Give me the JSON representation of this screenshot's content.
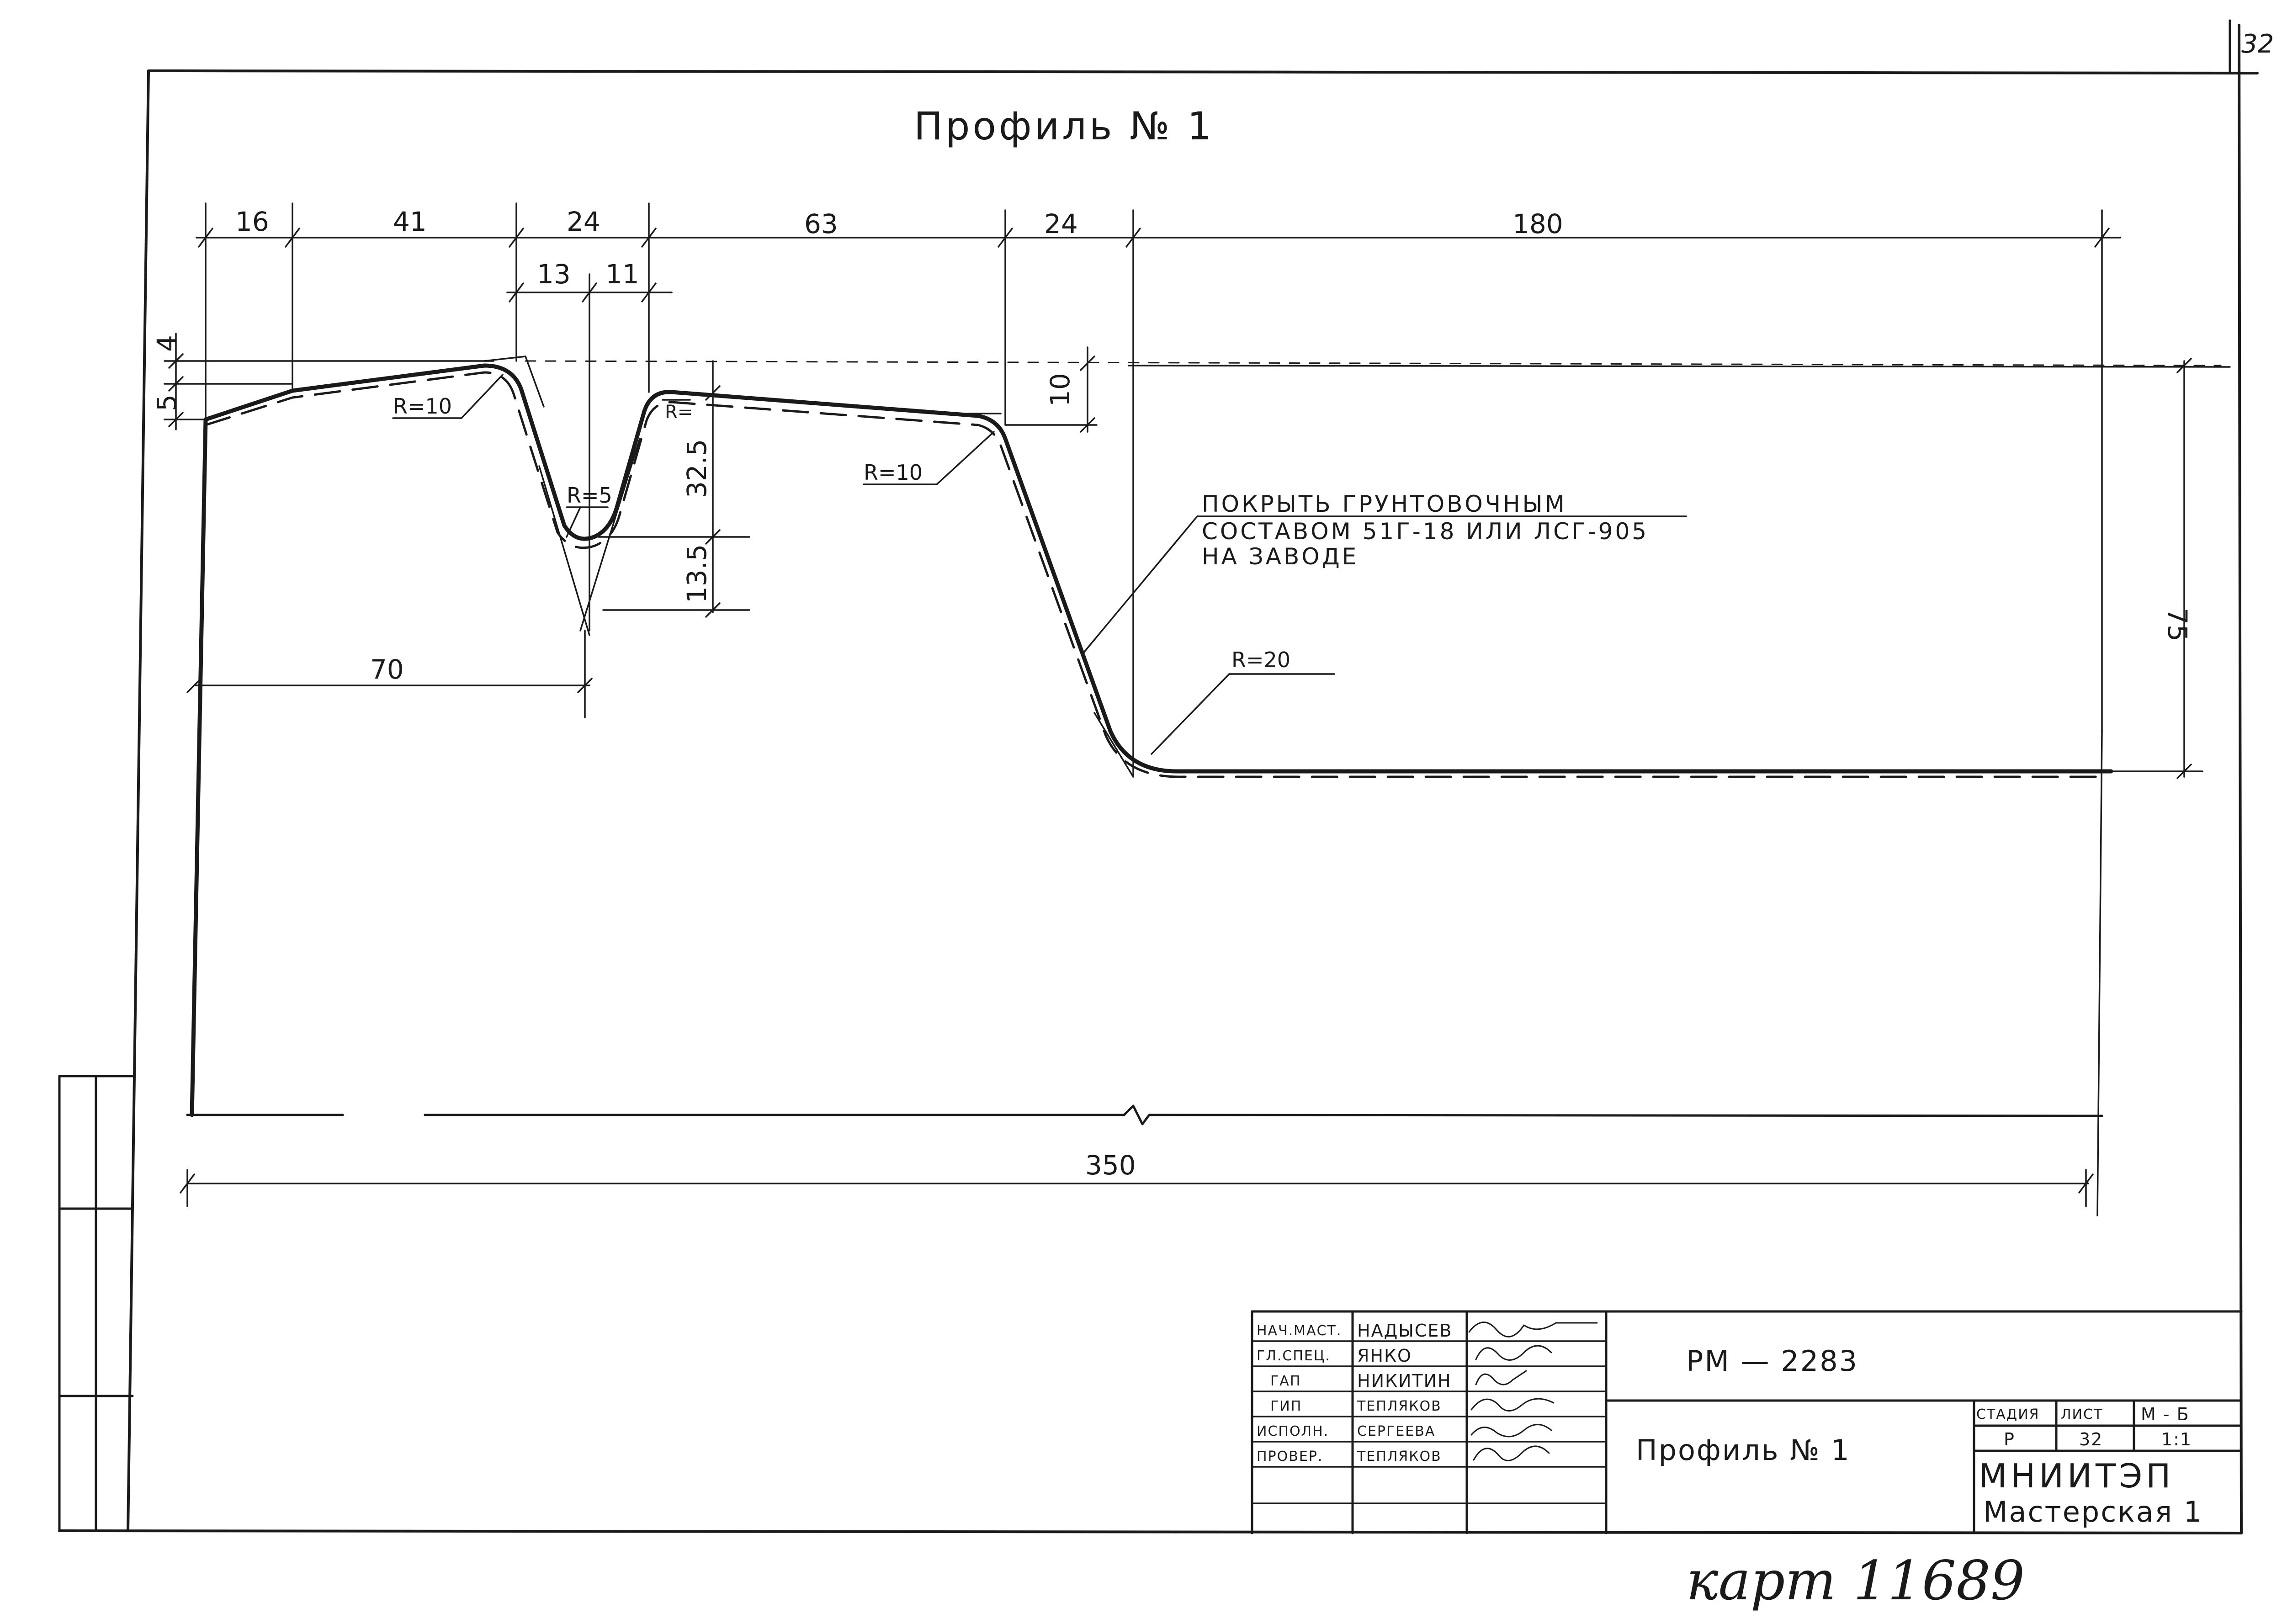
{
  "page_number": "32",
  "profile_title": "Профиль № 1",
  "dimensions": {
    "d16": "16",
    "d41": "41",
    "d24_left": "24",
    "d63": "63",
    "d24_right": "24",
    "d180": "180",
    "d13": "13",
    "d11": "11",
    "d4": "4",
    "d5": "5",
    "d10": "10",
    "d32_5": "32.5",
    "d13_5": "13.5",
    "d70": "70",
    "d75": "75",
    "d350": "350"
  },
  "radii": {
    "r10_left": "R=10",
    "r5": "R=5",
    "r_small": "R=",
    "r10_right": "R=10",
    "r20": "R=20"
  },
  "note": {
    "line1": "ПОКРЫТЬ  ГРУНТОВОЧНЫМ",
    "line2": "СОСТАВОМ  51Г-18  ИЛИ  ЛСГ-905",
    "line3": "НА   ЗАВОДЕ"
  },
  "title_block": {
    "roles": [
      "НАЧ.МАСТ.",
      "ГЛ.СПЕЦ.",
      "ГАП",
      "ГИП",
      "ИСПОЛН.",
      "ПРОВЕР."
    ],
    "names": [
      "НАДЫСЕВ",
      "ЯНКО",
      "НИКИТИН",
      "ТЕПЛЯКОВ",
      "СЕРГЕЕВА",
      "ТЕПЛЯКОВ"
    ],
    "code": "РМ — 2283",
    "sheet_title": "Профиль № 1",
    "stage_label": "СТАДИЯ",
    "sheet_label": "ЛИСТ",
    "scale_label": "М - Б",
    "stage_value": "Р",
    "sheet_value": "32",
    "scale_value": "1:1",
    "org": "МНИИТЭП",
    "workshop": "Мастерская 1"
  },
  "archive_note": "карт 11689"
}
